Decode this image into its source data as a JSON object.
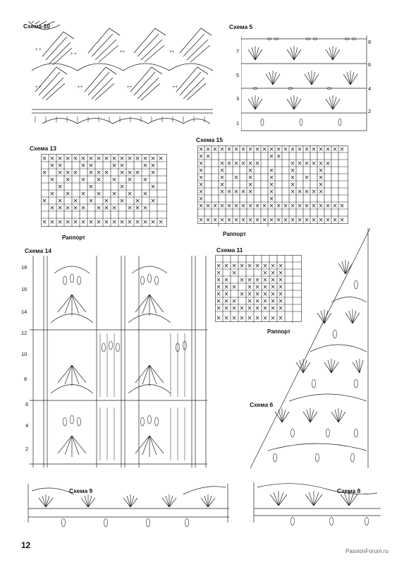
{
  "schemes": {
    "s10": {
      "title": "Схема 10"
    },
    "s5": {
      "title": "Схема 5",
      "rows_left": [
        "7",
        "5",
        "3",
        "1"
      ],
      "rows_right": [
        "8",
        "6",
        "4",
        "2"
      ]
    },
    "s13": {
      "title": "Схема 13",
      "repeat": "Раппорт"
    },
    "s15": {
      "title": "Схема 15",
      "repeat": "Раппорт"
    },
    "s14": {
      "title": "Схема 14",
      "rows": [
        "18",
        "16",
        "14",
        "12",
        "10",
        "8",
        "6",
        "4",
        "2"
      ]
    },
    "s11": {
      "title": "Схема 11",
      "repeat": "Раппорт"
    },
    "s6": {
      "title": "Схема 6"
    },
    "s9": {
      "title": "Схема 9"
    },
    "s8": {
      "title": "Схема 8"
    }
  },
  "page_number": "12",
  "watermark": "PassionForum.ru"
}
